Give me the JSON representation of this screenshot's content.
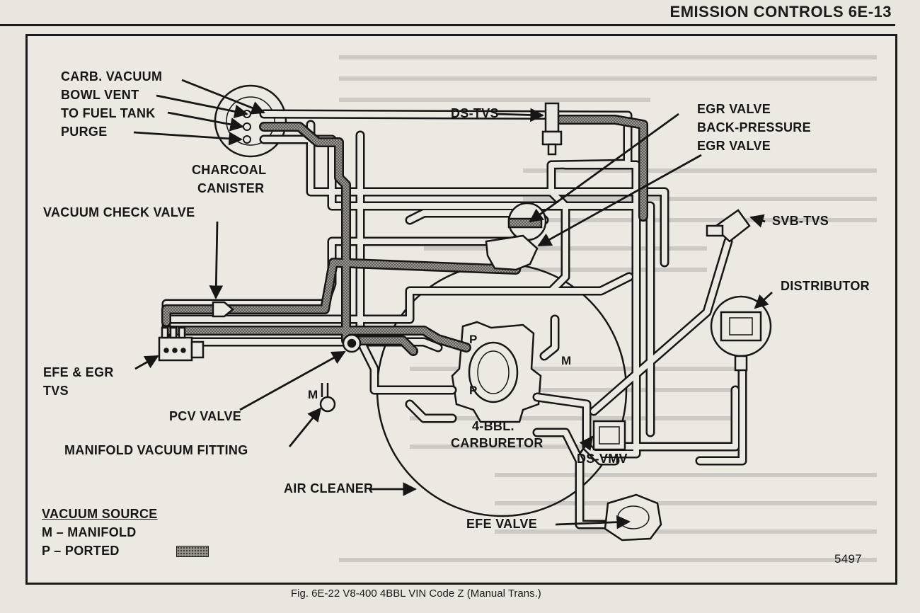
{
  "header": {
    "title": "EMISSION CONTROLS 6E-13"
  },
  "labels": {
    "carb_vacuum": "CARB. VACUUM",
    "bowl_vent": "BOWL VENT",
    "to_fuel_tank": "TO FUEL TANK",
    "purge": "PURGE",
    "charcoal_canister": [
      "CHARCOAL",
      "CANISTER"
    ],
    "ds_tvs": "DS-TVS",
    "egr_valve": "EGR VALVE",
    "back_pressure_egr_valve": [
      "BACK-PRESSURE",
      "EGR VALVE"
    ],
    "svb_tvs": "SVB-TVS",
    "vacuum_check_valve": "VACUUM CHECK VALVE",
    "distributor": "DISTRIBUTOR",
    "efe_egr_tvs": [
      "EFE & EGR",
      "TVS"
    ],
    "pcv_valve": "PCV VALVE",
    "carburetor": [
      "4-BBL.",
      "CARBURETOR"
    ],
    "manifold_vacuum_fitting": "MANIFOLD VACUUM FITTING",
    "air_cleaner": "AIR CLEANER",
    "ds_vmv": "DS-VMV",
    "efe_valve": "EFE VALVE",
    "port_m_left": "M",
    "port_m_right": "M",
    "port_p_upper": "P",
    "port_p_lower": "P"
  },
  "legend": {
    "title": "VACUUM SOURCE",
    "manifold": "M – MANIFOLD",
    "ported": "P – PORTED"
  },
  "figure_number": "5497",
  "caption": "Fig. 6E-22 V8-400 4BBL VIN Code Z (Manual Trans.)"
}
